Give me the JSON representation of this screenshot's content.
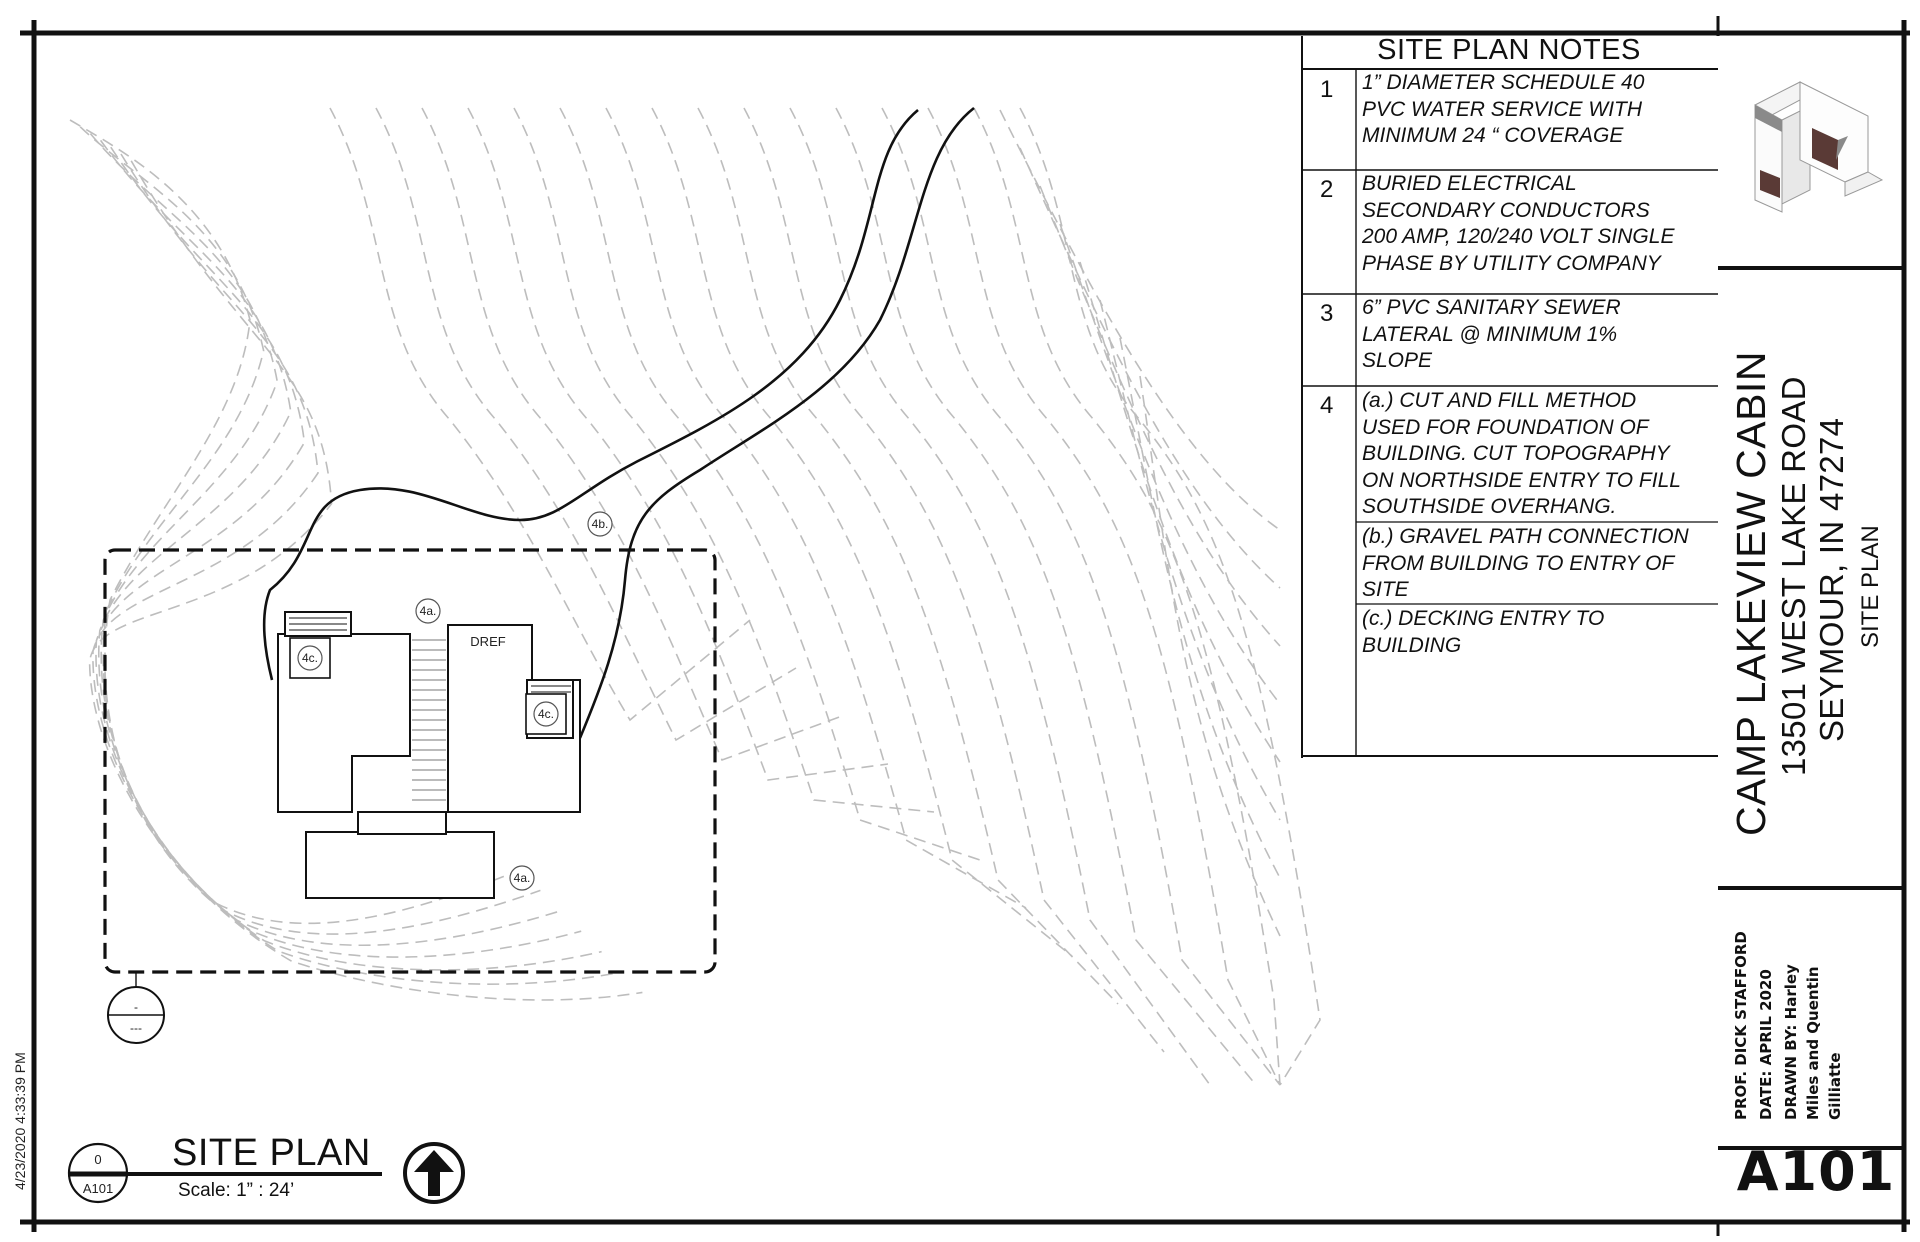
{
  "title": "SITE PLAN",
  "scale": "Scale:   1” : 24’",
  "timestamp": "4/23/2020 4:33:39 PM",
  "site_plan_notes": {
    "heading": "SITE PLAN NOTES",
    "notes": [
      {
        "number": "1",
        "text": "1” DIAMETER SCHEDULE 40\nPVC WATER SERVICE WITH\nMINIMUM 24 “ COVERAGE"
      },
      {
        "number": "2",
        "text": "BURIED ELECTRICAL\nSECONDARY CONDUCTORS\n200 AMP, 120/240 VOLT SINGLE\nPHASE BY UTILITY COMPANY"
      },
      {
        "number": "3",
        "text": "6” PVC SANITARY SEWER\nLATERAL @ MINIMUM 1%\nSLOPE"
      },
      {
        "number": "4",
        "parts": [
          "(a.) CUT AND FILL METHOD\nUSED FOR FOUNDATION OF\nBUILDING. CUT TOPOGRAPHY\nON NORTHSIDE ENTRY TO FILL\nSOUTHSIDE OVERHANG.",
          "(b.) GRAVEL PATH CONNECTION\nFROM BUILDING TO ENTRY OF\nSITE",
          "(c.) DECKING ENTRY TO\nBUILDING"
        ]
      }
    ]
  },
  "title_block": {
    "project": "CAMP LAKEVIEW CABIN",
    "address": "13501 WEST LAKE ROAD",
    "city": "SEYMOUR, IN 47274",
    "sheet_title": "SITE PLAN",
    "credits": [
      "PROF. DICK STAFFORD",
      "DATE: APRIL 2020",
      "DRAWN BY:  Harley",
      "Miles and Quentin",
      "Gilliatte"
    ],
    "sheet_number": "A101"
  },
  "tags": {
    "tag_4a": "4a.",
    "tag_4b": "4b.",
    "tag_4c": "4c.",
    "ref_label": "DREF",
    "elevation_top": "-",
    "elevation_bottom": "---",
    "view_number": "0",
    "view_sheet": "A101"
  },
  "colors": {
    "line": "#111111",
    "contour": "#bdbdbd",
    "logo_dark": "#5a3a36",
    "logo_grey": "#8a8a8a"
  }
}
